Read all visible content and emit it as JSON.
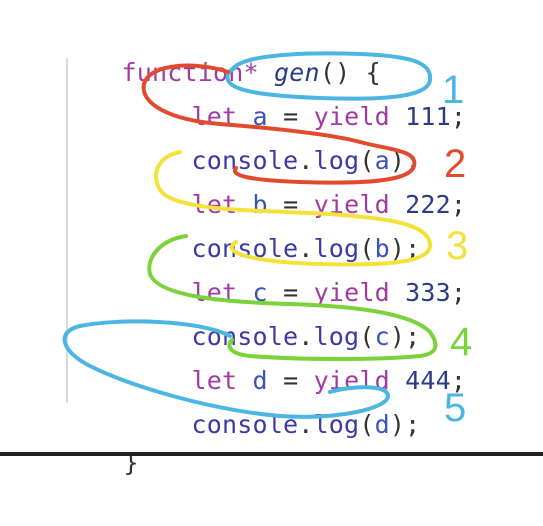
{
  "code": {
    "line1": {
      "kw": "function*",
      "fn": "gen",
      "rest": "() {"
    },
    "lines": [
      {
        "kw": "let",
        "var": "a",
        "mid": " = ",
        "yield": "yield",
        "num": "111",
        "end": ";"
      },
      {
        "obj": "console",
        "dot": ".",
        "method": "log",
        "open": "(",
        "arg": "a",
        "close": ");"
      },
      {
        "kw": "let",
        "var": "b",
        "mid": " = ",
        "yield": "yield",
        "num": "222",
        "end": ";"
      },
      {
        "obj": "console",
        "dot": ".",
        "method": "log",
        "open": "(",
        "arg": "b",
        "close": ");"
      },
      {
        "kw": "let",
        "var": "c",
        "mid": " = ",
        "yield": "yield",
        "num": "333",
        "end": ";"
      },
      {
        "obj": "console",
        "dot": ".",
        "method": "log",
        "open": "(",
        "arg": "c",
        "close": ");"
      },
      {
        "kw": "let",
        "var": "d",
        "mid": " = ",
        "yield": "yield",
        "num": "444",
        "end": ";"
      },
      {
        "obj": "console",
        "dot": ".",
        "method": "log",
        "open": "(",
        "arg": "d",
        "close": ");"
      }
    ],
    "close": "}"
  },
  "annotations": [
    {
      "label": "1",
      "color": "#4bb6e3"
    },
    {
      "label": "2",
      "color": "#e24a2e"
    },
    {
      "label": "3",
      "color": "#f4e23a"
    },
    {
      "label": "4",
      "color": "#7ad33a"
    },
    {
      "label": "5",
      "color": "#4bb6e3"
    }
  ]
}
